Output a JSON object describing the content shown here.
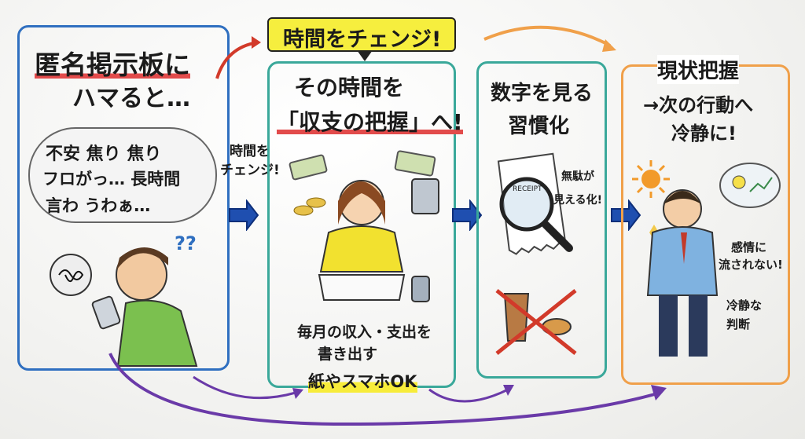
{
  "panel1": {
    "title_line1": "匿名掲示板に",
    "title_line2": "ハマると…",
    "cloud_line1": "不安 焦り 焦り",
    "cloud_line2": "フロがっ… 長時間",
    "cloud_line3": "言わ うわぁ…",
    "thought": "??"
  },
  "connector": {
    "label_line1": "時間を",
    "label_line2": "チェンジ!"
  },
  "callout": {
    "text": "時間をチェンジ!"
  },
  "panel2": {
    "title_line1": "その時間を",
    "title_line2": "「収支の把握」へ!",
    "caption_line1": "毎月の収入・支出を",
    "caption_line2": "書き出す",
    "caption_line3": "紙やスマホOK"
  },
  "panel3": {
    "title_line1": "数字を見る",
    "title_line2": "習慣化",
    "note_line1": "無駄が",
    "note_line2": "見える化!",
    "receipt": "RECEIPT"
  },
  "panel4": {
    "title_line1": "現状把握",
    "title_line2": "→次の行動へ",
    "title_line3": "冷静に!",
    "note1_line1": "感情に",
    "note1_line2": "流されない!",
    "note2_line1": "冷静な",
    "note2_line2": "判断"
  },
  "colors": {
    "blue": "#2f6fc0",
    "teal": "#3aa89a",
    "orange": "#f0a04a",
    "purple": "#6a3aa8",
    "red": "#d23a2a",
    "yellow": "#f6ee3e"
  }
}
